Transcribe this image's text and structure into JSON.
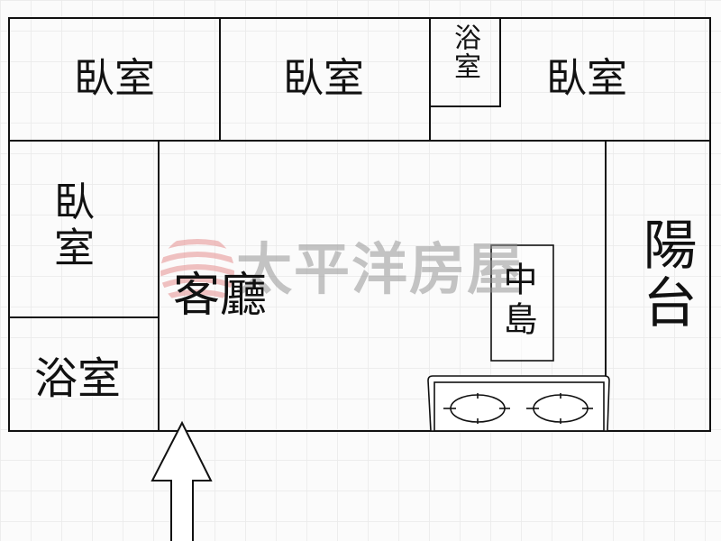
{
  "floor_plan": {
    "title": "",
    "rooms": [
      {
        "id": "bedroom-1",
        "label": "臥室",
        "orientation": "horizontal"
      },
      {
        "id": "bedroom-2",
        "label": "臥室",
        "orientation": "horizontal"
      },
      {
        "id": "bathroom-top",
        "label": "浴室",
        "orientation": "vertical"
      },
      {
        "id": "bedroom-3",
        "label": "臥室",
        "orientation": "horizontal"
      },
      {
        "id": "bedroom-4",
        "label": "臥室",
        "orientation": "vertical"
      },
      {
        "id": "bathroom-left",
        "label": "浴室",
        "orientation": "horizontal"
      },
      {
        "id": "living-room",
        "label": "客廳",
        "orientation": "horizontal"
      },
      {
        "id": "kitchen-island",
        "label": "中島",
        "orientation": "vertical"
      },
      {
        "id": "balcony",
        "label": "陽台",
        "orientation": "vertical"
      }
    ],
    "fixtures": [
      {
        "id": "stove",
        "type": "two-burner-cooktop",
        "burners": 2
      }
    ],
    "entrance": {
      "type": "arrow-up",
      "direction": "north"
    },
    "watermark": {
      "text": "太平洋房屋",
      "logo": "pacific-wave-logo-icon"
    },
    "colors": {
      "line": "#111111",
      "background": "#fbfbfb",
      "watermark_text": "#969696",
      "logo_accent": "#e8a0a0"
    }
  }
}
